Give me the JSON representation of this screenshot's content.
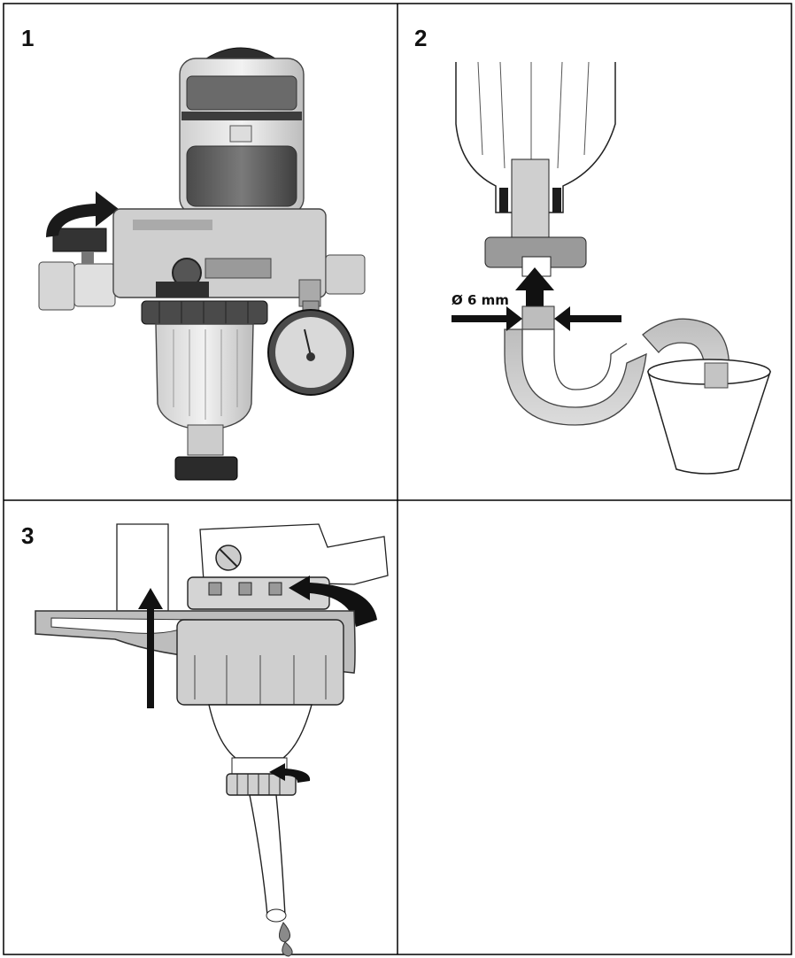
{
  "panels": [
    {
      "number": "1"
    },
    {
      "number": "2",
      "dimension_label": "Ø 6 mm"
    },
    {
      "number": "3"
    }
  ],
  "colors": {
    "frame": "#000000",
    "dark_part": "#3a3a3a",
    "mid_part": "#8a8a8a",
    "light_part": "#c9c9c9",
    "transparent_bowl": "#e4e4e4",
    "arrow": "#111111"
  }
}
